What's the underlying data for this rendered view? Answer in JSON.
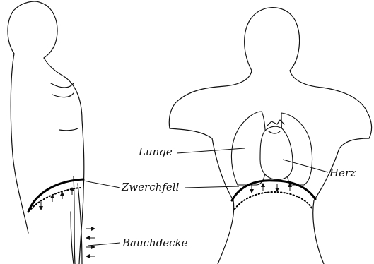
{
  "labels": {
    "lunge": "Lunge",
    "zwerchfell": "Zwerchfell",
    "herz": "Herz",
    "bauchdecke": "Bauchdecke"
  },
  "colors": {
    "line": "#111111",
    "background": "#ffffff"
  }
}
